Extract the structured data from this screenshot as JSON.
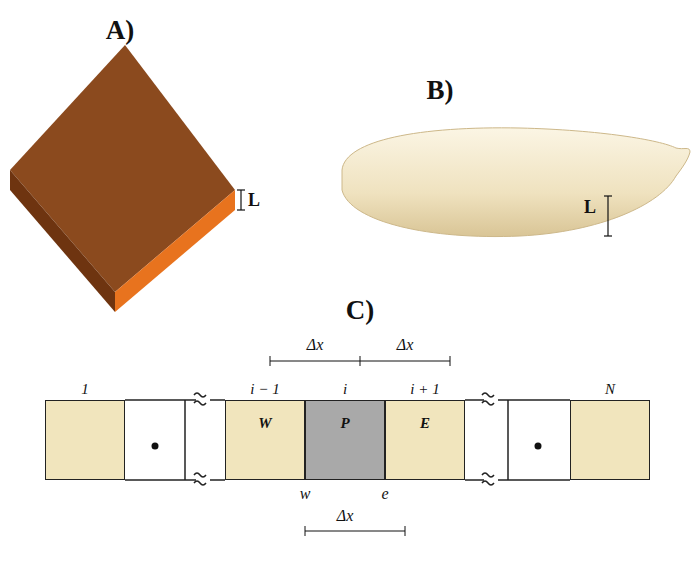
{
  "diagram": {
    "nodes": [
      {
        "text": [
          "1"
        ]
      },
      {
        "text": [
          "i − 1",
          "W"
        ]
      },
      {
        "text": [
          "i",
          "P"
        ]
      },
      {
        "text": [
          "i + 1",
          "E"
        ]
      },
      {
        "text": [
          "N"
        ]
      }
    ],
    "labels": [
      "A)",
      "B)",
      "C)",
      "L",
      "L",
      "Δx",
      "Δx",
      "Δx",
      "w",
      "e"
    ]
  }
}
